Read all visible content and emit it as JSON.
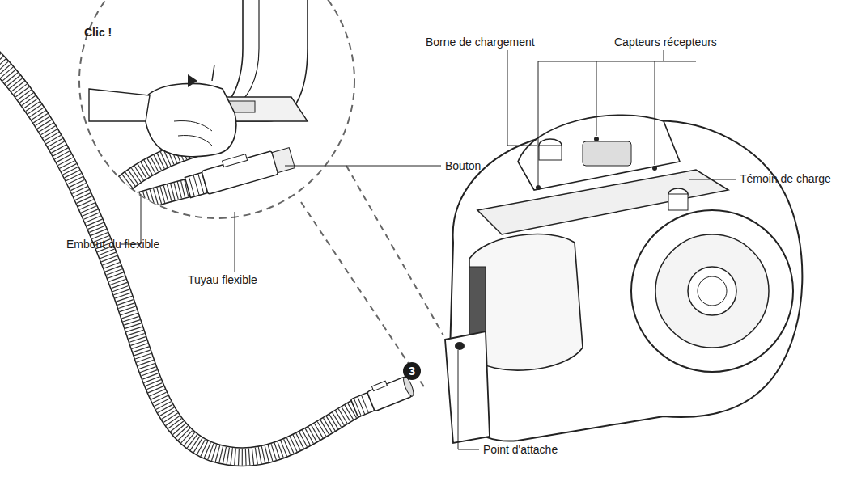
{
  "diagram": {
    "labels": [
      "Clic !",
      "Bouton",
      "Embout du flexible",
      "Tuyau flexible",
      "Borne de chargement",
      "Capteurs récepteurs",
      "Témoin de charge",
      "Point d'attache",
      "3"
    ]
  }
}
